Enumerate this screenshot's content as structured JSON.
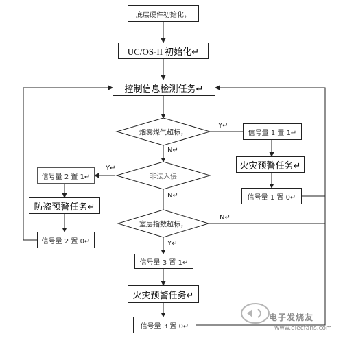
{
  "nodes": {
    "init_hw": "底层硬件初始化，",
    "init_os": "UC/OS-II 初始化↵",
    "ctrl_task": "控制信息检测任务↵",
    "dec_smoke": "烟雾煤气超标，",
    "dec_intrude": "非法入侵",
    "dec_indoor": "室层指数超标，",
    "sem1_set": "信号量 1 置 1↵",
    "fire_task_1": "火灾预警任务↵",
    "sem1_clear": "信号量 1 置 0↵",
    "sem2_set": "信号量 2 置 1↵",
    "theft_task": "防盗预警任务↵",
    "sem2_clear": "信号量 2 置 0↵",
    "sem3_set": "信号量 3 置 1↵",
    "fire_task_2": "火灾预警任务↵",
    "sem3_clear": "信号量 3 置 0↵"
  },
  "edge_labels": {
    "smoke_yes": "Y↵",
    "smoke_no": "N↵",
    "intrude_yes": "Y↵",
    "intrude_no": "N↵",
    "indoor_yes": "Y↵",
    "indoor_no": "N↵"
  },
  "watermark": {
    "text": "电子发烧友",
    "url": "www.elecfans.com"
  },
  "colors": {
    "line": "#222222",
    "watermark": "#8c8c8c"
  }
}
